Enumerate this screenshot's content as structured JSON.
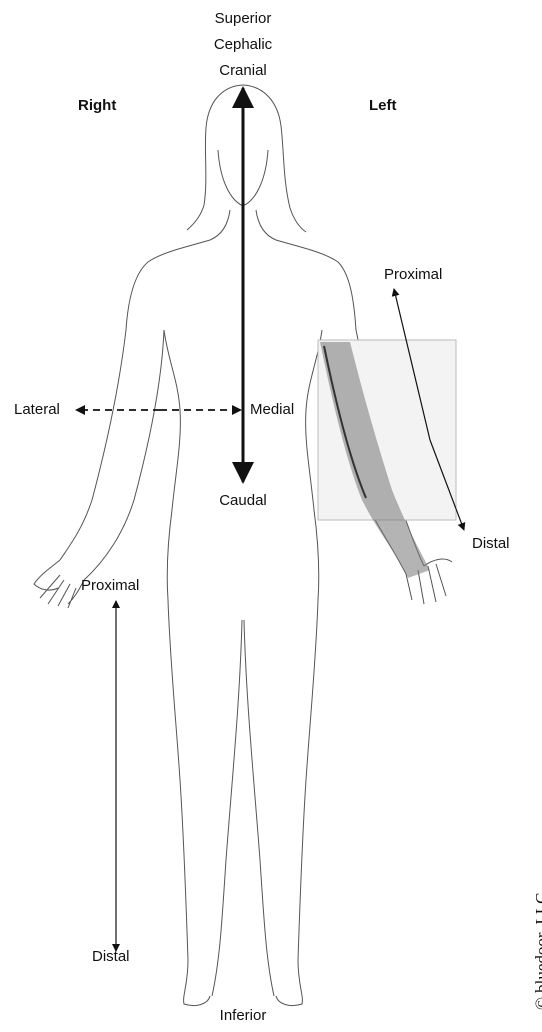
{
  "labels": {
    "superior": "Superior",
    "cephalic": "Cephalic",
    "cranial": "Cranial",
    "right": "Right",
    "left": "Left",
    "proximal_arm": "Proximal",
    "distal_arm": "Distal",
    "lateral": "Lateral",
    "medial": "Medial",
    "caudal": "Caudal",
    "proximal_leg": "Proximal",
    "distal_leg": "Distal",
    "inferior": "Inferior"
  },
  "credit": "© bluedoor, LLC",
  "colors": {
    "ink": "#111111",
    "outline": "#444444",
    "shade": "#555555"
  }
}
